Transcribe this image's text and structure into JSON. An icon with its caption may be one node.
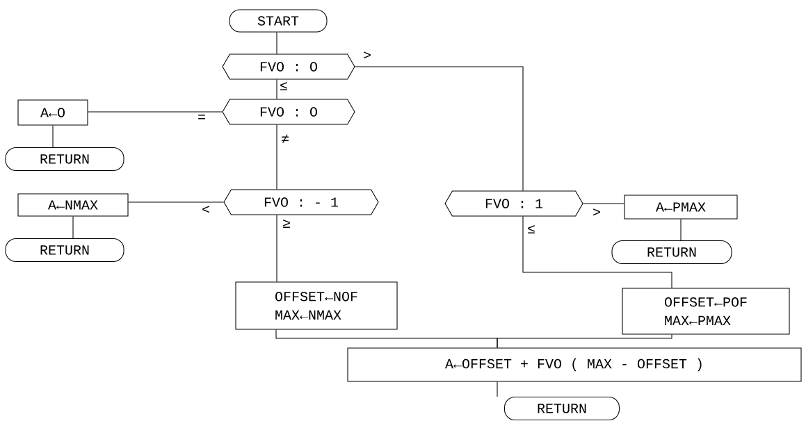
{
  "diagram": {
    "nodes": [
      {
        "text": [
          "START"
        ]
      },
      {
        "text": [
          "FVO : O"
        ]
      },
      {
        "text": [
          "FVO : O"
        ]
      },
      {
        "text": [
          "A←O"
        ]
      },
      {
        "text": [
          "RETURN"
        ]
      },
      {
        "text": [
          "A←NMAX"
        ]
      },
      {
        "text": [
          "FVO : - 1"
        ]
      },
      {
        "text": [
          "RETURN"
        ]
      },
      {
        "text": [
          "FVO : 1"
        ]
      },
      {
        "text": [
          "A←PMAX"
        ]
      },
      {
        "text": [
          "RETURN"
        ]
      },
      {
        "text": [
          "OFFSET←NOF",
          "MAX←NMAX"
        ]
      },
      {
        "text": [
          "OFFSET←POF",
          "MAX←PMAX"
        ]
      },
      {
        "text": [
          "A←OFFSET + FVO ( MAX - OFFSET )"
        ]
      },
      {
        "text": [
          "RETURN"
        ]
      }
    ],
    "edges": [
      {
        "from": 0,
        "to": 1,
        "arrow": "none"
      },
      {
        "from": 1,
        "to": 2,
        "arrow": "none",
        "label": "≤"
      },
      {
        "from": 1,
        "to": 8,
        "arrow": "none",
        "label": ">"
      },
      {
        "from": 2,
        "to": 3,
        "arrow": "none",
        "label": "="
      },
      {
        "from": 2,
        "to": 6,
        "arrow": "none",
        "label": "≠"
      },
      {
        "from": 3,
        "to": 4,
        "arrow": "none"
      },
      {
        "from": 6,
        "to": 5,
        "arrow": "none",
        "label": "<"
      },
      {
        "from": 6,
        "to": 11,
        "arrow": "none",
        "label": "≥"
      },
      {
        "from": 5,
        "to": 7,
        "arrow": "none"
      },
      {
        "from": 8,
        "to": 9,
        "arrow": "none",
        "label": ">"
      },
      {
        "from": 8,
        "to": 12,
        "arrow": "none",
        "label": "≤"
      },
      {
        "from": 9,
        "to": 10,
        "arrow": "none"
      },
      {
        "from": 11,
        "to": 13,
        "arrow": "none"
      },
      {
        "from": 12,
        "to": 13,
        "arrow": "none"
      },
      {
        "from": 13,
        "to": 14,
        "arrow": "none"
      }
    ]
  }
}
